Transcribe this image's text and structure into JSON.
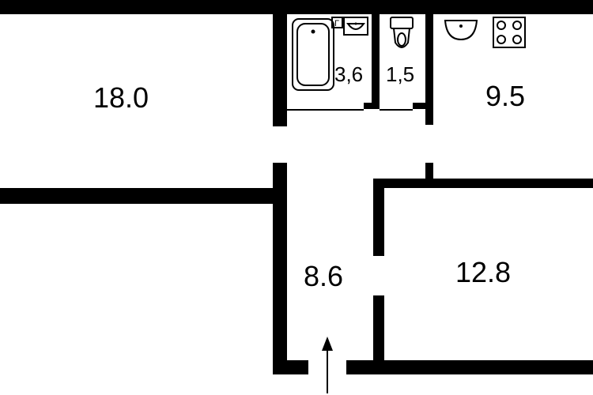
{
  "rooms": {
    "living_room": "18.0",
    "bathroom": "3,6",
    "toilet": "1,5",
    "kitchen": "9.5",
    "hallway": "8.6",
    "bedroom": "12.8"
  },
  "fixtures": {
    "boiler_mark": "Г"
  },
  "colors": {
    "wall": "#000000",
    "background": "#ffffff"
  }
}
